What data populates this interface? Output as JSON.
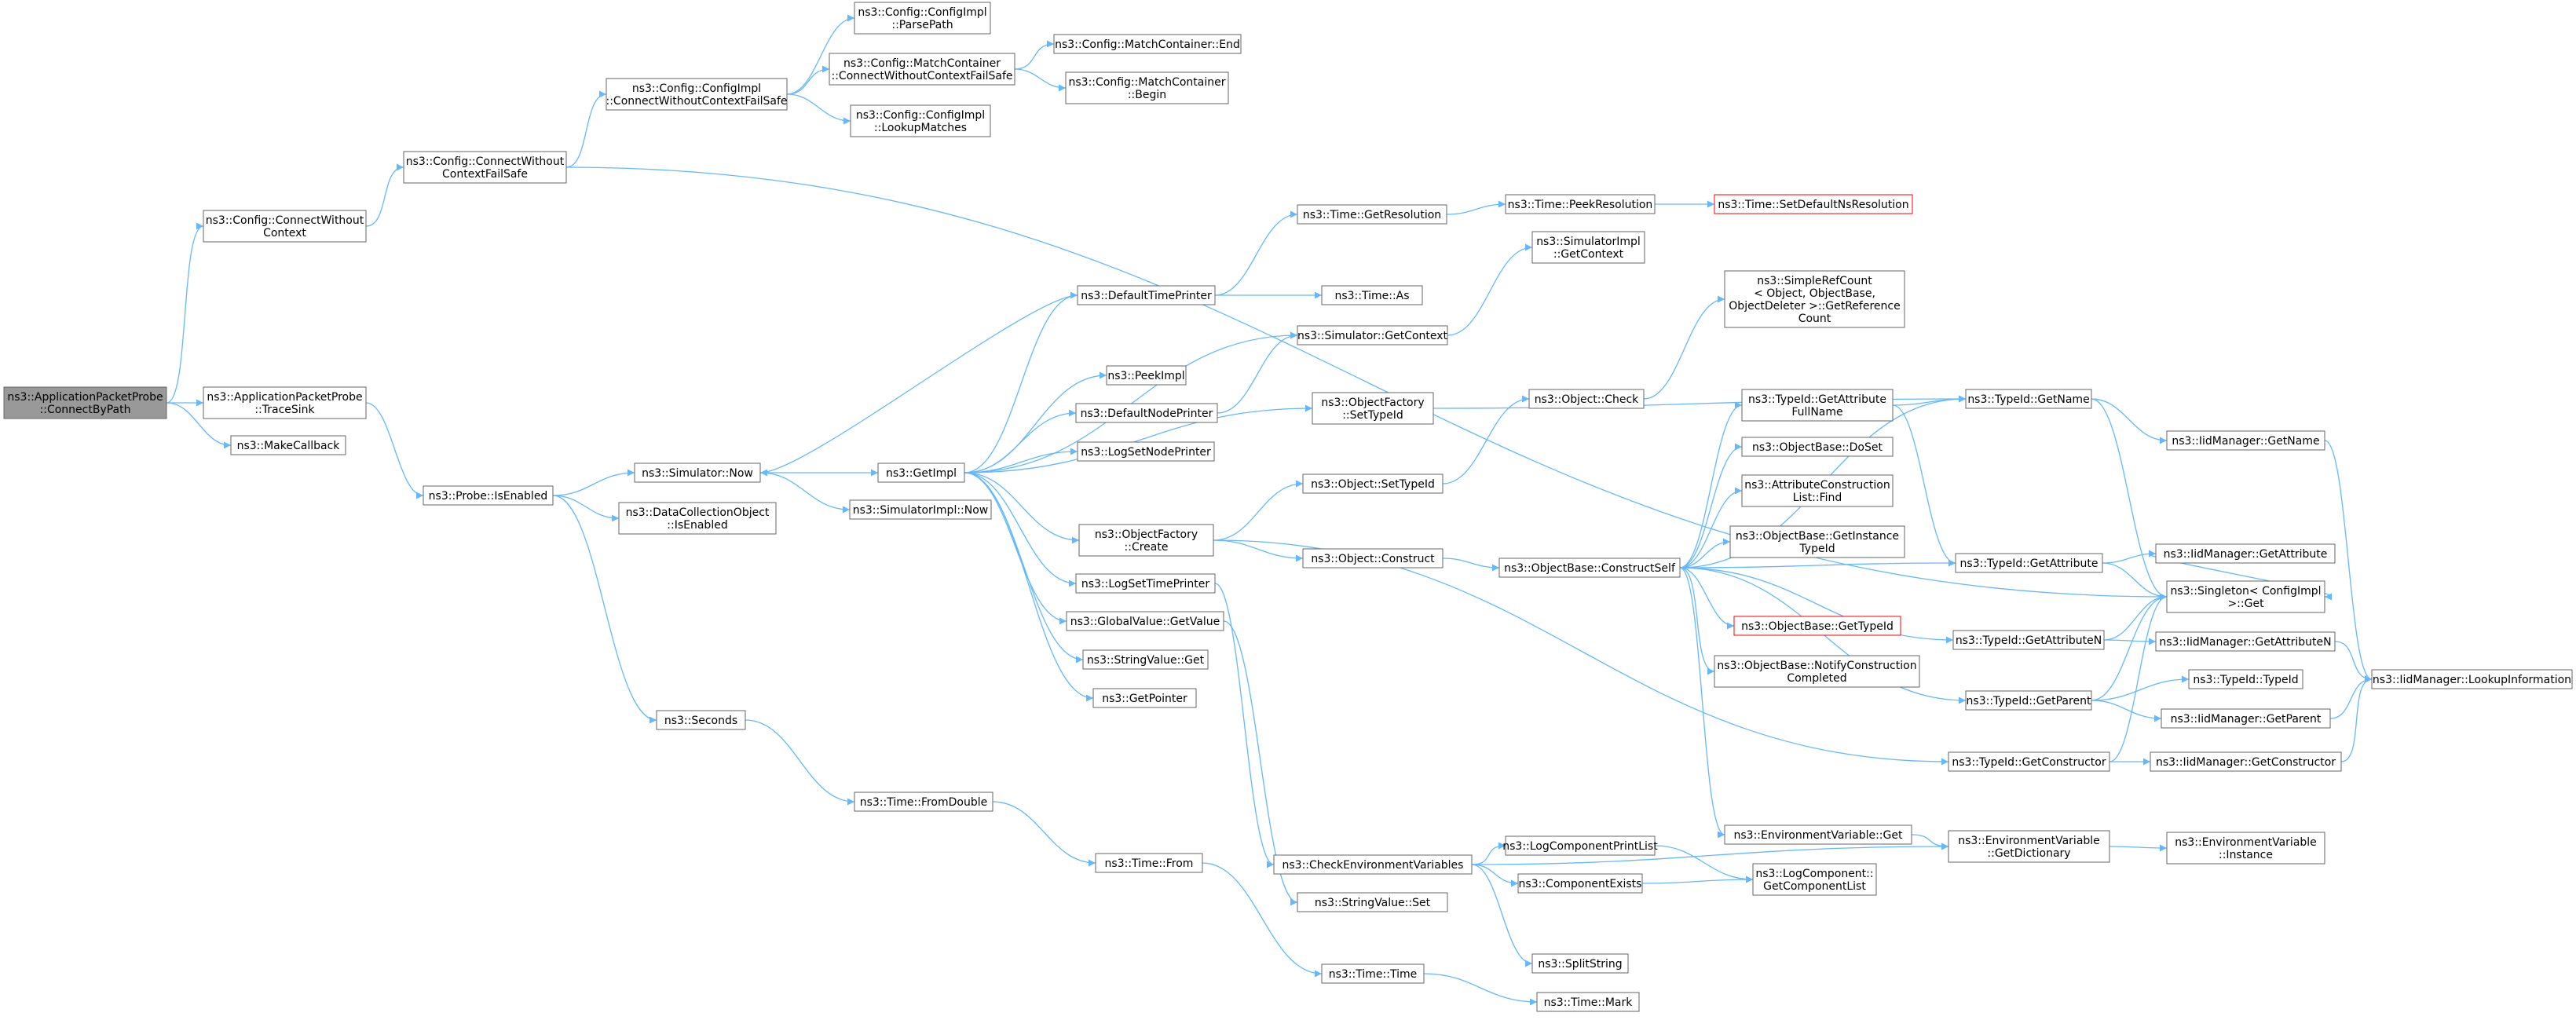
{
  "colors": {
    "edge": "#63b8ff",
    "node_border": "#666666",
    "root_fill": "#999999",
    "undocumented_border": "#ff0000",
    "fill": "#ffffff"
  },
  "nodes": [
    {
      "id": "n1",
      "lines": [
        "ns3::ApplicationPacketProbe",
        "::ConnectByPath"
      ],
      "root": true
    },
    {
      "id": "n2",
      "lines": [
        "ns3::Config::ConnectWithout",
        "Context"
      ]
    },
    {
      "id": "n3",
      "lines": [
        "ns3::Config::ConnectWithout",
        "ContextFailSafe"
      ]
    },
    {
      "id": "n4",
      "lines": [
        "ns3::Config::ConfigImpl",
        "::ConnectWithoutContextFailSafe"
      ]
    },
    {
      "id": "n5",
      "lines": [
        "ns3::Config::ConfigImpl",
        "::ParsePath"
      ]
    },
    {
      "id": "n6",
      "lines": [
        "ns3::Config::MatchContainer",
        "::ConnectWithoutContextFailSafe"
      ]
    },
    {
      "id": "n7",
      "lines": [
        "ns3::Config::MatchContainer::End"
      ]
    },
    {
      "id": "n8",
      "lines": [
        "ns3::Config::MatchContainer",
        "::Begin"
      ]
    },
    {
      "id": "n9",
      "lines": [
        "ns3::Config::ConfigImpl",
        "::LookupMatches"
      ]
    },
    {
      "id": "n10",
      "lines": [
        "ns3::ApplicationPacketProbe",
        "::TraceSink"
      ]
    },
    {
      "id": "n11",
      "lines": [
        "ns3::MakeCallback"
      ]
    },
    {
      "id": "n12",
      "lines": [
        "ns3::Probe::IsEnabled"
      ]
    },
    {
      "id": "n13",
      "lines": [
        "ns3::Simulator::Now"
      ]
    },
    {
      "id": "n14",
      "lines": [
        "ns3::DataCollectionObject",
        "::IsEnabled"
      ]
    },
    {
      "id": "n15",
      "lines": [
        "ns3::SimulatorImpl::Now"
      ]
    },
    {
      "id": "n16",
      "lines": [
        "ns3::GetImpl"
      ]
    },
    {
      "id": "n17",
      "lines": [
        "ns3::Seconds"
      ]
    },
    {
      "id": "n18",
      "lines": [
        "ns3::Time::FromDouble"
      ]
    },
    {
      "id": "n19",
      "lines": [
        "ns3::Time::From"
      ]
    },
    {
      "id": "n20",
      "lines": [
        "ns3::Time::Time"
      ]
    },
    {
      "id": "n21",
      "lines": [
        "ns3::Time::Mark"
      ]
    },
    {
      "id": "n22",
      "lines": [
        "ns3::DefaultTimePrinter"
      ]
    },
    {
      "id": "n23",
      "lines": [
        "ns3::PeekImpl"
      ]
    },
    {
      "id": "n24",
      "lines": [
        "ns3::DefaultNodePrinter"
      ]
    },
    {
      "id": "n25",
      "lines": [
        "ns3::LogSetNodePrinter"
      ]
    },
    {
      "id": "n26",
      "lines": [
        "ns3::ObjectFactory",
        "::Create"
      ]
    },
    {
      "id": "n27",
      "lines": [
        "ns3::LogSetTimePrinter"
      ]
    },
    {
      "id": "n28",
      "lines": [
        "ns3::GlobalValue::GetValue"
      ]
    },
    {
      "id": "n29",
      "lines": [
        "ns3::StringValue::Get"
      ]
    },
    {
      "id": "n30",
      "lines": [
        "ns3::GetPointer"
      ]
    },
    {
      "id": "n31",
      "lines": [
        "ns3::Time::GetResolution"
      ]
    },
    {
      "id": "n32",
      "lines": [
        "ns3::Time::PeekResolution"
      ]
    },
    {
      "id": "n33",
      "lines": [
        "ns3::Time::SetDefaultNsResolution"
      ],
      "undocumented": true
    },
    {
      "id": "n34",
      "lines": [
        "ns3::Time::As"
      ]
    },
    {
      "id": "n35",
      "lines": [
        "ns3::SimulatorImpl",
        "::GetContext"
      ]
    },
    {
      "id": "n36",
      "lines": [
        "ns3::Simulator::GetContext"
      ]
    },
    {
      "id": "n37",
      "lines": [
        "ns3::ObjectFactory",
        "::SetTypeId"
      ]
    },
    {
      "id": "n38",
      "lines": [
        "ns3::Object::SetTypeId"
      ]
    },
    {
      "id": "n39",
      "lines": [
        "ns3::Object::Construct"
      ]
    },
    {
      "id": "n40",
      "lines": [
        "ns3::Object::Check"
      ]
    },
    {
      "id": "n41",
      "lines": [
        "ns3::SimpleRefCount",
        "< Object, ObjectBase,",
        "ObjectDeleter >::GetReference",
        "Count"
      ]
    },
    {
      "id": "n42",
      "lines": [
        "ns3::ObjectBase::ConstructSelf"
      ]
    },
    {
      "id": "n43",
      "lines": [
        "ns3::TypeId::GetAttribute",
        "FullName"
      ]
    },
    {
      "id": "n44",
      "lines": [
        "ns3::ObjectBase::DoSet"
      ]
    },
    {
      "id": "n45",
      "lines": [
        "ns3::AttributeConstruction",
        "List::Find"
      ]
    },
    {
      "id": "n46",
      "lines": [
        "ns3::ObjectBase::GetInstance",
        "TypeId"
      ]
    },
    {
      "id": "n47",
      "lines": [
        "ns3::ObjectBase::GetTypeId"
      ],
      "undocumented": true
    },
    {
      "id": "n48",
      "lines": [
        "ns3::ObjectBase::NotifyConstruction",
        "Completed"
      ]
    },
    {
      "id": "n49",
      "lines": [
        "ns3::EnvironmentVariable::Get"
      ]
    },
    {
      "id": "n50",
      "lines": [
        "ns3::CheckEnvironmentVariables"
      ]
    },
    {
      "id": "n51",
      "lines": [
        "ns3::StringValue::Set"
      ]
    },
    {
      "id": "n52",
      "lines": [
        "ns3::LogComponentPrintList"
      ]
    },
    {
      "id": "n53",
      "lines": [
        "ns3::ComponentExists"
      ]
    },
    {
      "id": "n54",
      "lines": [
        "ns3::SplitString"
      ]
    },
    {
      "id": "n55",
      "lines": [
        "ns3::LogComponent::",
        "GetComponentList"
      ]
    },
    {
      "id": "n56",
      "lines": [
        "ns3::TypeId::GetName"
      ]
    },
    {
      "id": "n57",
      "lines": [
        "ns3::TypeId::GetAttribute"
      ]
    },
    {
      "id": "n58",
      "lines": [
        "ns3::TypeId::GetAttributeN"
      ]
    },
    {
      "id": "n59",
      "lines": [
        "ns3::TypeId::GetParent"
      ]
    },
    {
      "id": "n60",
      "lines": [
        "ns3::TypeId::GetConstructor"
      ]
    },
    {
      "id": "n61",
      "lines": [
        "ns3::EnvironmentVariable",
        "::GetDictionary"
      ]
    },
    {
      "id": "n62",
      "lines": [
        "ns3::IidManager::GetName"
      ]
    },
    {
      "id": "n63",
      "lines": [
        "ns3::IidManager::GetAttribute"
      ]
    },
    {
      "id": "n64",
      "lines": [
        "ns3::Singleton< ConfigImpl",
        " >::Get"
      ]
    },
    {
      "id": "n65",
      "lines": [
        "ns3::IidManager::GetAttributeN"
      ]
    },
    {
      "id": "n66",
      "lines": [
        "ns3::TypeId::TypeId"
      ]
    },
    {
      "id": "n67",
      "lines": [
        "ns3::IidManager::GetParent"
      ]
    },
    {
      "id": "n68",
      "lines": [
        "ns3::IidManager::GetConstructor"
      ]
    },
    {
      "id": "n69",
      "lines": [
        "ns3::EnvironmentVariable",
        "::Instance"
      ]
    },
    {
      "id": "n70",
      "lines": [
        "ns3::IidManager::LookupInformation"
      ]
    }
  ],
  "edges": [
    [
      "n1",
      "n2"
    ],
    [
      "n1",
      "n10"
    ],
    [
      "n1",
      "n11"
    ],
    [
      "n2",
      "n3"
    ],
    [
      "n3",
      "n4"
    ],
    [
      "n3",
      "n64"
    ],
    [
      "n4",
      "n5"
    ],
    [
      "n4",
      "n6"
    ],
    [
      "n4",
      "n9"
    ],
    [
      "n6",
      "n7"
    ],
    [
      "n6",
      "n8"
    ],
    [
      "n10",
      "n12"
    ],
    [
      "n12",
      "n13"
    ],
    [
      "n12",
      "n14"
    ],
    [
      "n12",
      "n17"
    ],
    [
      "n13",
      "n15"
    ],
    [
      "n13",
      "n16"
    ],
    [
      "n16",
      "n22"
    ],
    [
      "n16",
      "n23"
    ],
    [
      "n16",
      "n24"
    ],
    [
      "n16",
      "n25"
    ],
    [
      "n16",
      "n26"
    ],
    [
      "n16",
      "n27"
    ],
    [
      "n16",
      "n28"
    ],
    [
      "n16",
      "n29"
    ],
    [
      "n16",
      "n30"
    ],
    [
      "n16",
      "n36"
    ],
    [
      "n16",
      "n37"
    ],
    [
      "n17",
      "n18"
    ],
    [
      "n18",
      "n19"
    ],
    [
      "n19",
      "n20"
    ],
    [
      "n20",
      "n21"
    ],
    [
      "n22",
      "n13"
    ],
    [
      "n22",
      "n31"
    ],
    [
      "n22",
      "n34"
    ],
    [
      "n24",
      "n36"
    ],
    [
      "n26",
      "n38"
    ],
    [
      "n26",
      "n39"
    ],
    [
      "n26",
      "n60"
    ],
    [
      "n27",
      "n50"
    ],
    [
      "n28",
      "n51"
    ],
    [
      "n31",
      "n32"
    ],
    [
      "n32",
      "n33"
    ],
    [
      "n36",
      "n35"
    ],
    [
      "n37",
      "n56"
    ],
    [
      "n38",
      "n40"
    ],
    [
      "n39",
      "n42"
    ],
    [
      "n40",
      "n41"
    ],
    [
      "n42",
      "n43"
    ],
    [
      "n42",
      "n44"
    ],
    [
      "n42",
      "n45"
    ],
    [
      "n42",
      "n46"
    ],
    [
      "n42",
      "n47"
    ],
    [
      "n42",
      "n48"
    ],
    [
      "n42",
      "n49"
    ],
    [
      "n42",
      "n56"
    ],
    [
      "n42",
      "n57"
    ],
    [
      "n42",
      "n58"
    ],
    [
      "n42",
      "n59"
    ],
    [
      "n43",
      "n56"
    ],
    [
      "n43",
      "n57"
    ],
    [
      "n49",
      "n61"
    ],
    [
      "n50",
      "n52"
    ],
    [
      "n50",
      "n53"
    ],
    [
      "n50",
      "n54"
    ],
    [
      "n50",
      "n61"
    ],
    [
      "n52",
      "n55"
    ],
    [
      "n53",
      "n55"
    ],
    [
      "n56",
      "n62"
    ],
    [
      "n56",
      "n64"
    ],
    [
      "n57",
      "n63"
    ],
    [
      "n57",
      "n64"
    ],
    [
      "n58",
      "n65"
    ],
    [
      "n58",
      "n64"
    ],
    [
      "n59",
      "n66"
    ],
    [
      "n59",
      "n67"
    ],
    [
      "n59",
      "n64"
    ],
    [
      "n60",
      "n68"
    ],
    [
      "n60",
      "n64"
    ],
    [
      "n61",
      "n69"
    ],
    [
      "n62",
      "n70"
    ],
    [
      "n63",
      "n64"
    ],
    [
      "n65",
      "n70"
    ],
    [
      "n67",
      "n70"
    ],
    [
      "n68",
      "n70"
    ]
  ]
}
